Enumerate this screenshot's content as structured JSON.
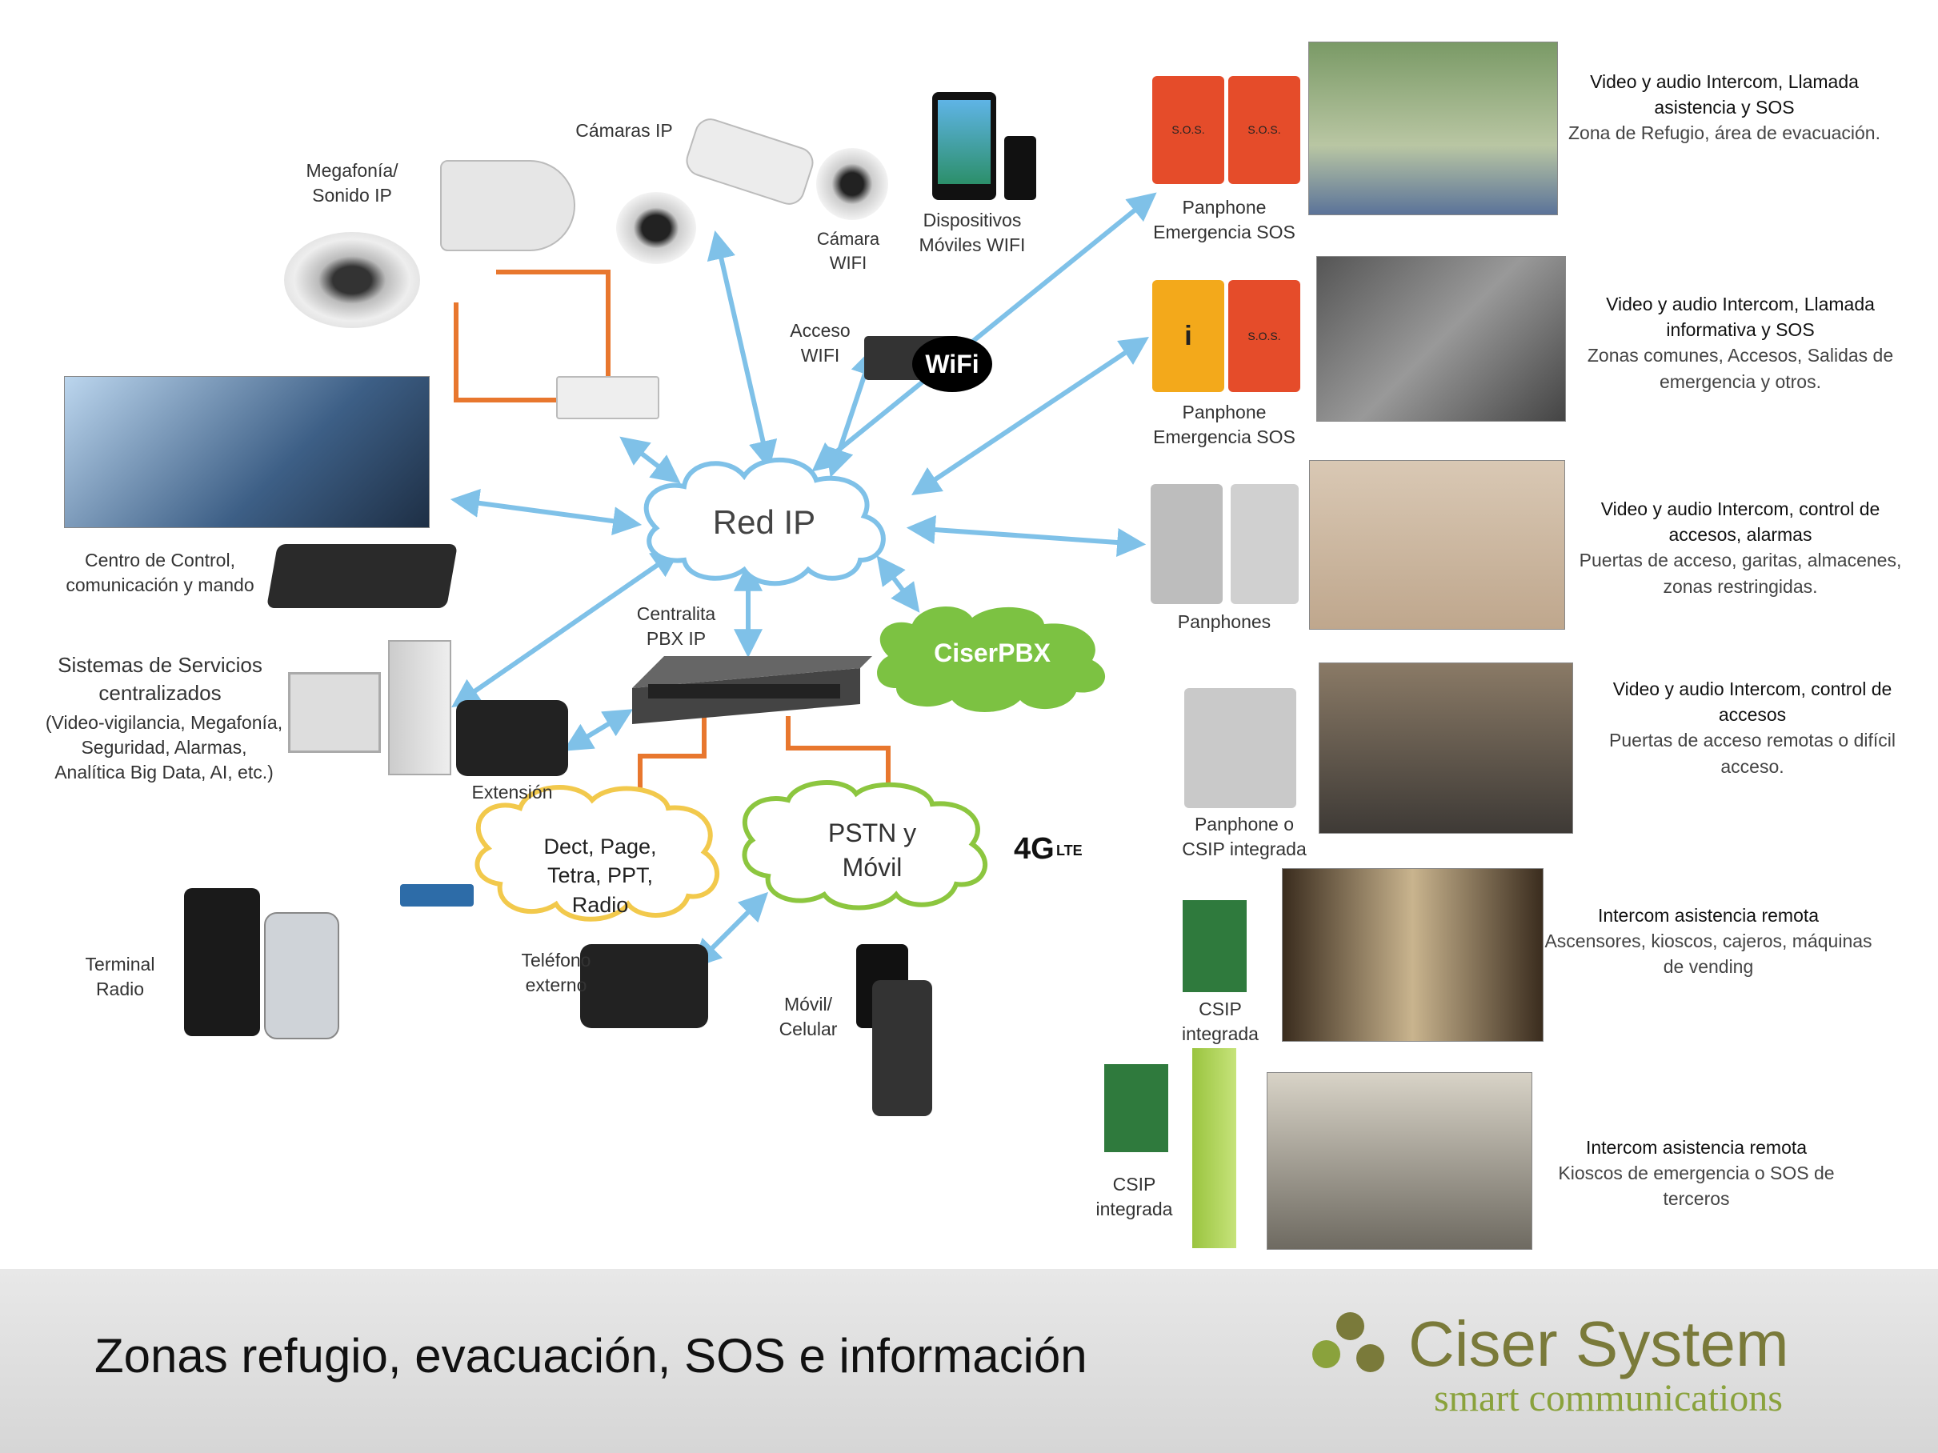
{
  "center": {
    "red_ip": "Red IP",
    "ciserpbx": "CiserPBX",
    "pstn": "PSTN y\nMóvil",
    "dect": "Dect, Page,\nTetra, PPT,\nRadio"
  },
  "labels": {
    "megafonia": "Megafonía/\nSonido IP",
    "camaras": "Cámaras IP",
    "camara_wifi": "Cámara\nWIFI",
    "dispositivos": "Dispositivos\nMóviles WIFI",
    "acceso_wifi": "Acceso\nWIFI",
    "centro": "Centro de Control,\ncomunicación y mando",
    "sistemas_title": "Sistemas de Servicios\ncentralizados",
    "sistemas_sub": "(Video-vigilancia, Megafonía,\nSeguridad, Alarmas,\nAnalítica Big Data, AI, etc.)",
    "centralita": "Centralita\nPBX IP",
    "extension": "Extensión",
    "terminal": "Terminal\nRadio",
    "telefono": "Teléfono\nexterno",
    "movil": "Móvil/\nCelular",
    "panphone1": "Panphone\nEmergencia SOS",
    "panphone2": "Panphone\nEmergencia SOS",
    "panphones": "Panphones",
    "panphone_csip": "Panphone o\nCSIP integrada",
    "csip1": "CSIP\nintegrada",
    "csip2": "CSIP\nintegrada",
    "sos_sign": "S.O.S.",
    "info_sign": "i",
    "wifi_sign": "WiFi",
    "lte": "4G",
    "lte_small": "LTE"
  },
  "descriptions": [
    {
      "title": "Video y audio Intercom, Llamada asistencia y SOS",
      "sub": "Zona de Refugio, área de evacuación."
    },
    {
      "title": "Video y audio Intercom, Llamada informativa y SOS",
      "sub": "Zonas comunes, Accesos, Salidas de emergencia y otros."
    },
    {
      "title": "Video y audio Intercom, control de accesos, alarmas",
      "sub": "Puertas de acceso, garitas, almacenes, zonas restringidas."
    },
    {
      "title": "Video y audio Intercom, control de accesos",
      "sub": "Puertas de acceso remotas o difícil acceso."
    },
    {
      "title": "Intercom asistencia remota",
      "sub": "Ascensores, kioscos, cajeros, máquinas de vending"
    },
    {
      "title": "Intercom asistencia remota",
      "sub": "Kioscos de emergencia o SOS de terceros"
    }
  ],
  "footer": {
    "title": "Zonas refugio, evacuación, SOS e información",
    "brand": "Ciser System",
    "tagline": "smart communications"
  },
  "colors": {
    "arrow": "#7fc1e8",
    "orange": "#e8772e",
    "cloud_blue": "#7fc1e8",
    "cloud_green": "#8cc63f",
    "cloud_yellow": "#f2c94c",
    "ciserpbx": "#7cc242"
  }
}
